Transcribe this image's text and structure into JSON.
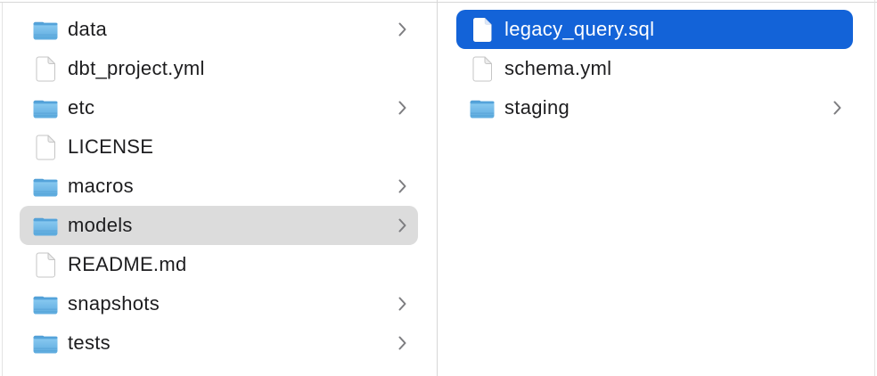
{
  "window": {
    "view": "finder-column-view"
  },
  "colors": {
    "selection_active": "#1363d8",
    "selection_inactive": "#dcdcdc",
    "selected_text": "#ffffff",
    "text": "#1d1d1f",
    "divider": "#d7d7d7",
    "edge": "#e3e3e3",
    "chevron": "#7d7d80",
    "folder_top": "#8ecdf3",
    "folder_bottom": "#5caade",
    "folder_tab": "#4695cf"
  },
  "columns": [
    {
      "id": "left",
      "items": [
        {
          "label": "data",
          "type": "folder",
          "icon": "folder-icon",
          "chevron": true,
          "selected": "none"
        },
        {
          "label": "dbt_project.yml",
          "type": "file",
          "icon": "document-icon",
          "chevron": false,
          "selected": "none"
        },
        {
          "label": "etc",
          "type": "folder",
          "icon": "folder-icon",
          "chevron": true,
          "selected": "none"
        },
        {
          "label": "LICENSE",
          "type": "file",
          "icon": "document-icon",
          "chevron": false,
          "selected": "none"
        },
        {
          "label": "macros",
          "type": "folder",
          "icon": "folder-icon",
          "chevron": true,
          "selected": "none"
        },
        {
          "label": "models",
          "type": "folder",
          "icon": "folder-icon",
          "chevron": true,
          "selected": "inactive"
        },
        {
          "label": "README.md",
          "type": "file",
          "icon": "document-icon",
          "chevron": false,
          "selected": "none"
        },
        {
          "label": "snapshots",
          "type": "folder",
          "icon": "folder-icon",
          "chevron": true,
          "selected": "none"
        },
        {
          "label": "tests",
          "type": "folder",
          "icon": "folder-icon",
          "chevron": true,
          "selected": "none"
        }
      ]
    },
    {
      "id": "right",
      "items": [
        {
          "label": "legacy_query.sql",
          "type": "file",
          "icon": "document-icon",
          "chevron": false,
          "selected": "active"
        },
        {
          "label": "schema.yml",
          "type": "file",
          "icon": "document-icon",
          "chevron": false,
          "selected": "none"
        },
        {
          "label": "staging",
          "type": "folder",
          "icon": "folder-icon",
          "chevron": true,
          "selected": "none"
        }
      ]
    }
  ]
}
